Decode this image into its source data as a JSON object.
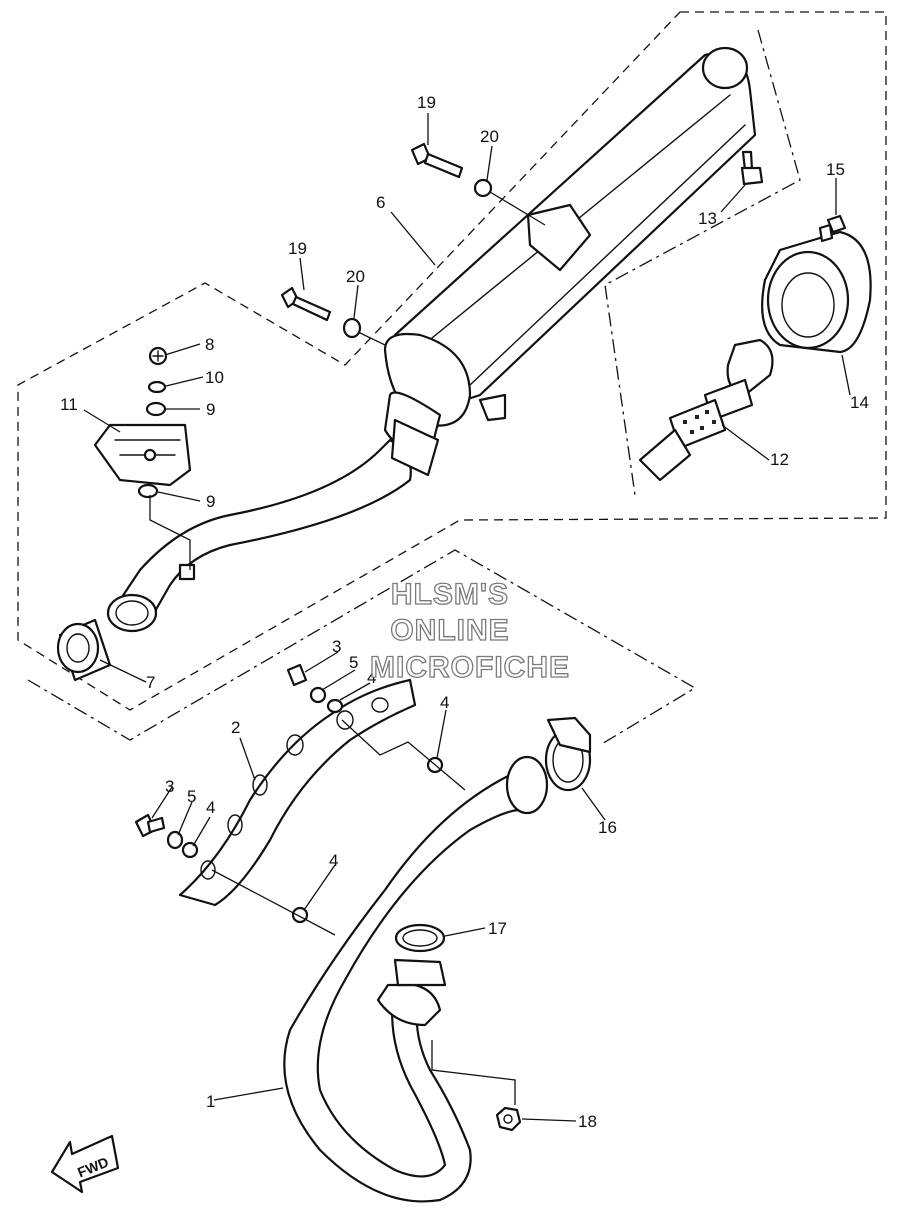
{
  "watermark": {
    "line1": "HLSM'S",
    "line2": "ONLINE",
    "line3": "MICROFICHE"
  },
  "direction_label": "FWD",
  "callouts": [
    "1",
    "2",
    "3",
    "3",
    "4",
    "4",
    "4",
    "4",
    "5",
    "5",
    "6",
    "7",
    "8",
    "9",
    "9",
    "10",
    "11",
    "12",
    "13",
    "14",
    "15",
    "16",
    "17",
    "18",
    "19",
    "19",
    "20",
    "20"
  ]
}
